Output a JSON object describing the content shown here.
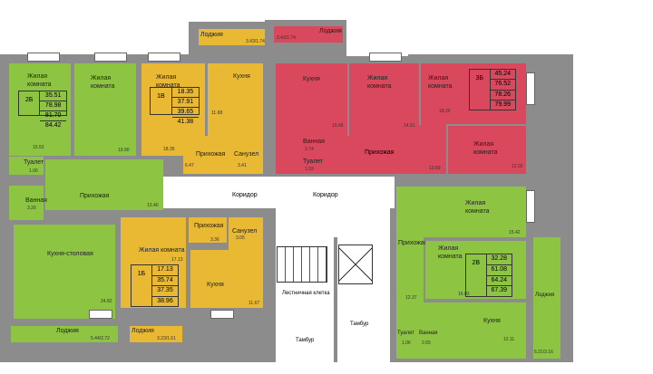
{
  "colors": {
    "two_room": "#8dc441",
    "one_room": "#e9b934",
    "three_room": "#d9485c",
    "walls": "#8c8c8c"
  },
  "apt_2b": {
    "code": "2Б",
    "totals": [
      "35.51",
      "78.98",
      "81.70",
      "84.42"
    ],
    "room1": {
      "label": "Жилая\nкомната",
      "area": "15.52"
    },
    "room2": {
      "label": "Жилая\nкомната",
      "area": "19.90"
    },
    "toilet": {
      "label": "Туалет",
      "area": "1.06"
    },
    "bath": {
      "label": "Ванная",
      "area": "3.26"
    },
    "hall": {
      "label": "Прихожая",
      "area": "13.40"
    },
    "kitchen": {
      "label": "Кухня-столовая",
      "area": "24.82"
    },
    "loggia": {
      "label": "Лоджия",
      "area": "5.44/2.72"
    }
  },
  "apt_1v": {
    "code": "1В",
    "totals": [
      "18.35",
      "37.91",
      "39.65",
      "41.38"
    ],
    "room": {
      "label": "Жилая\nкомната",
      "area": "18.35"
    },
    "kitchen": {
      "label": "Кухня",
      "area": "11.68"
    },
    "hall": {
      "label": "Прихожая",
      "area": "6.47"
    },
    "wc": {
      "label": "Санузел",
      "area": "3.41"
    },
    "loggia": {
      "label": "Лоджия",
      "area": "3.43/1.74"
    }
  },
  "apt_3b": {
    "code": "3Б",
    "totals": [
      "45.24",
      "76.52",
      "78.26",
      "79.99"
    ],
    "loggia": {
      "label": "Лоджия",
      "area": "3.43/1.74"
    },
    "kitchen": {
      "label": "Кухня",
      "area": "10.66"
    },
    "room1": {
      "label": "Жилая\nкомната",
      "area": "14.51"
    },
    "room2": {
      "label": "Жилая\nкомната",
      "area": "18.20"
    },
    "room3": {
      "label": "Жилая\nкомната",
      "area": "12.02"
    },
    "bath": {
      "label": "Ванная",
      "area": "3.74"
    },
    "toilet": {
      "label": "Туалет",
      "area": "1.03"
    },
    "hall": {
      "label": "Прихожая",
      "area": "13.69"
    }
  },
  "apt_1b": {
    "code": "1Б",
    "totals": [
      "17.13",
      "35.74",
      "37.35",
      "38.96"
    ],
    "room": {
      "label": "Жилая комната",
      "area": "17.13"
    },
    "hall": {
      "label": "Прихожая",
      "area": "3.36"
    },
    "wc": {
      "label": "Санузел",
      "area": "3.05"
    },
    "kitchen": {
      "label": "Кухня",
      "area": "11.67"
    },
    "loggia": {
      "label": "Лоджия",
      "area": "3.23/1.61"
    }
  },
  "apt_2v": {
    "code": "2В",
    "totals": [
      "32.28",
      "61.08",
      "64.24",
      "67.39"
    ],
    "room1": {
      "label": "Жилая\nкомната",
      "area": "15.42"
    },
    "hall": {
      "label": "Прихожая",
      "area": "12.37"
    },
    "room2": {
      "label": "Жилая\nкомната",
      "area": "16.03"
    },
    "kitchen": {
      "label": "Кухня",
      "area": "12.11"
    },
    "toilet": {
      "label": "Туалет",
      "area": "1.06"
    },
    "bath": {
      "label": "Ванная",
      "area": "2.65"
    },
    "loggia": {
      "label": "Лоджия",
      "area": "6.31/3.16"
    }
  },
  "common": {
    "corridor": "Коридор",
    "stairs": "Лестничная клетка",
    "vestibule": "Тамбур"
  }
}
